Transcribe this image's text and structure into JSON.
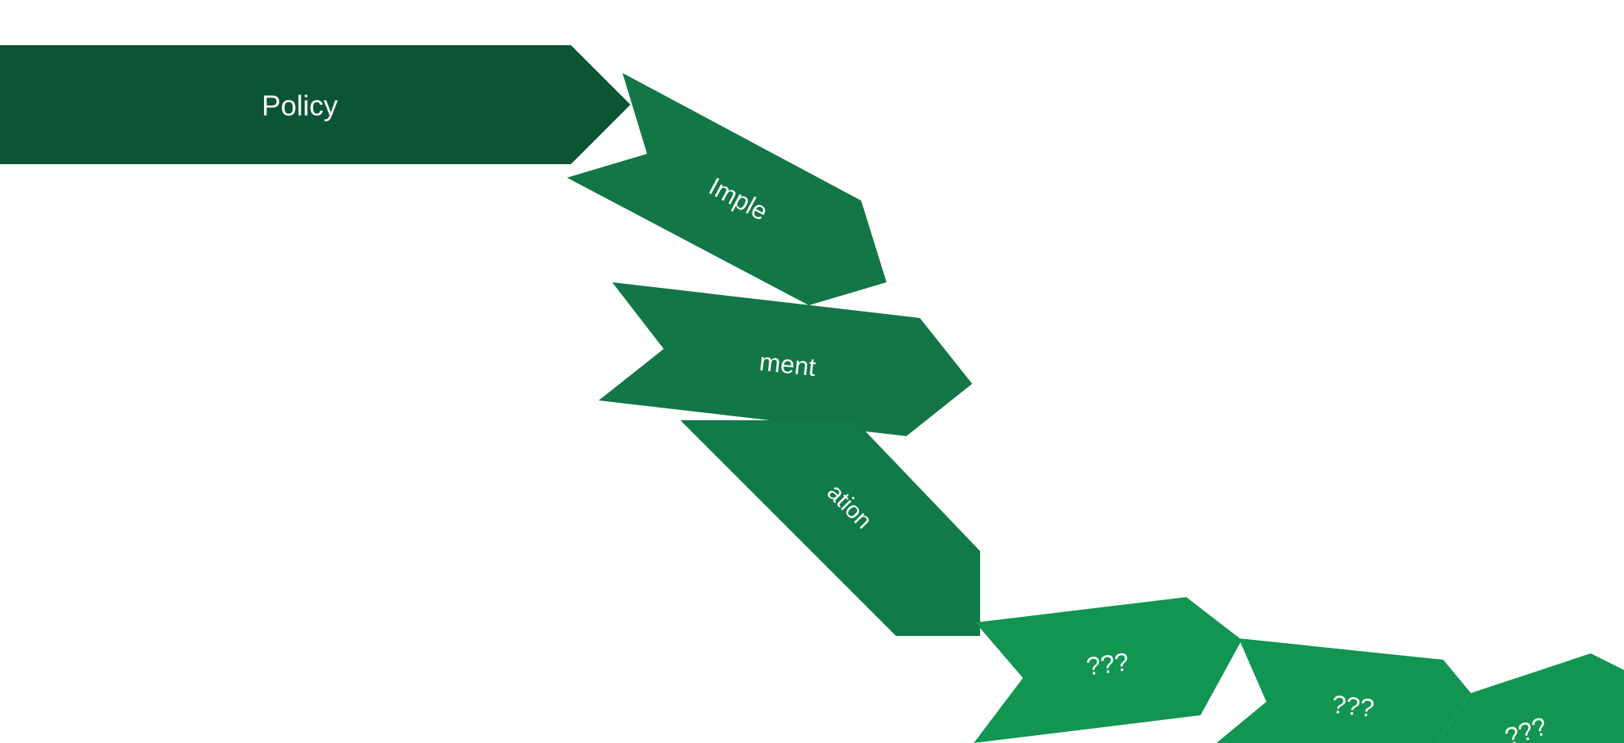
{
  "colors": {
    "background": "#ffffff",
    "text": "#ffffff",
    "dark_green": "#0b5534",
    "mid_green": "#127646",
    "deep_green": "#107a48",
    "bright_green": "#119551"
  },
  "arrows": [
    {
      "label": "Policy",
      "color": "#0b5534"
    },
    {
      "label": "Imple",
      "color": "#127646"
    },
    {
      "label": "ment",
      "color": "#127646"
    },
    {
      "label": "ation",
      "color": "#107a48"
    },
    {
      "label": "???",
      "color": "#119551"
    },
    {
      "label": "???",
      "color": "#119551"
    },
    {
      "label": "???",
      "color": "#119551"
    }
  ]
}
